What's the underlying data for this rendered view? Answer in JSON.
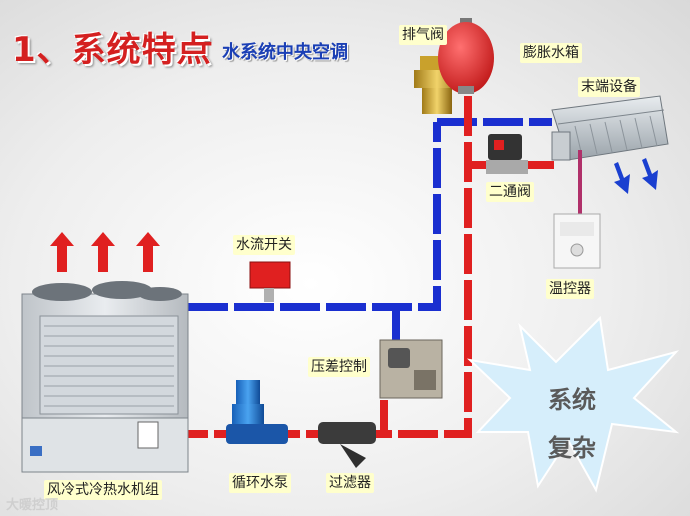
{
  "title": {
    "main": "1、系统特点",
    "dash": "-",
    "sub": "水系统中央空调"
  },
  "labels": {
    "exhaust_valve": "排气阀",
    "expansion_tank": "膨胀水箱",
    "terminal_unit": "末端设备",
    "two_way_valve": "二通阀",
    "flow_switch": "水流开关",
    "thermostat": "温控器",
    "pressure_control": "压差控制",
    "chiller": "风冷式冷热水机组",
    "pump": "循环水泵",
    "filter": "过滤器"
  },
  "burst": {
    "line1": "系统",
    "line2": "复杂"
  },
  "watermark": "大暖控顶",
  "colors": {
    "supply_pipe": "#e02020",
    "return_pipe": "#1a2fd0",
    "burst_fill": "#d6eefb",
    "label_bg": "#ffffcc",
    "title_red": "#d42020",
    "title_blue": "#1a3fb5"
  }
}
